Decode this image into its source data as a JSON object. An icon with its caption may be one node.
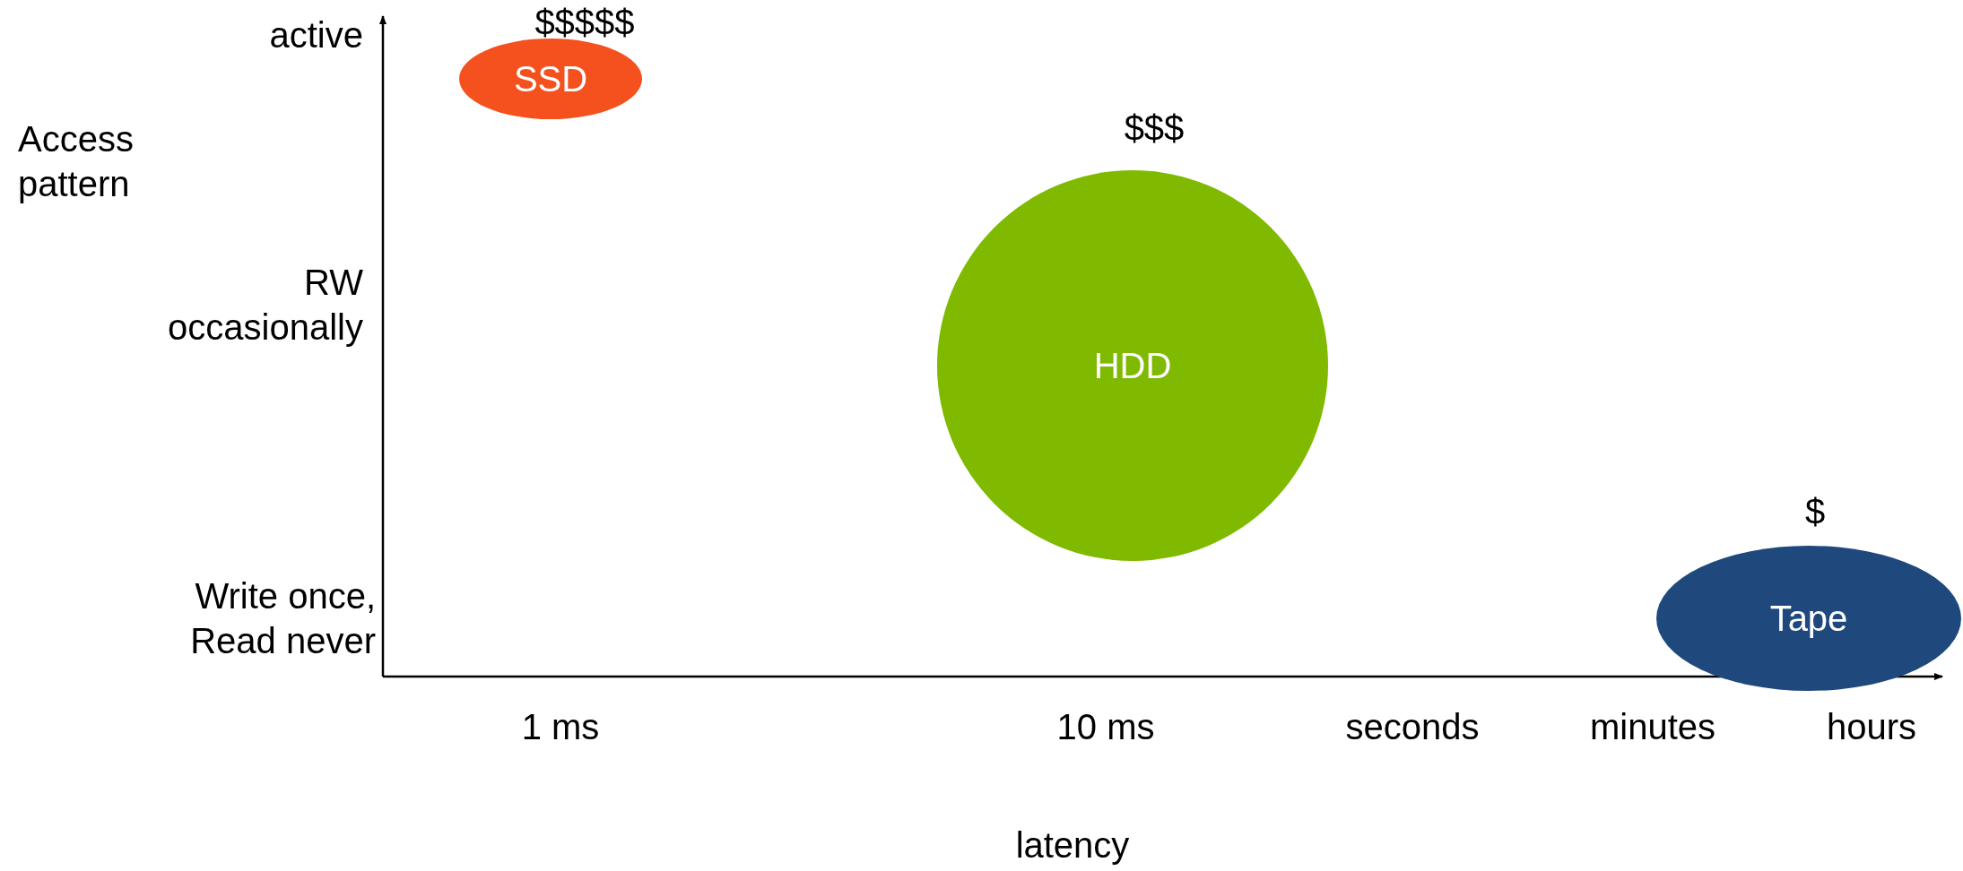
{
  "diagram": {
    "nodes": [
      {
        "text": [
          "SSD"
        ],
        "beside": [
          "$$$$$"
        ]
      },
      {
        "text": [
          "HDD"
        ],
        "beside": [
          "$$$"
        ]
      },
      {
        "text": [
          "Tape"
        ],
        "beside": [
          "$"
        ]
      }
    ],
    "edges": [],
    "labels": [
      "active",
      "Access pattern",
      "RW occasionally",
      "Write once, Read never",
      "1 ms",
      "10 ms",
      "seconds",
      "minutes",
      "hours",
      "latency"
    ]
  }
}
